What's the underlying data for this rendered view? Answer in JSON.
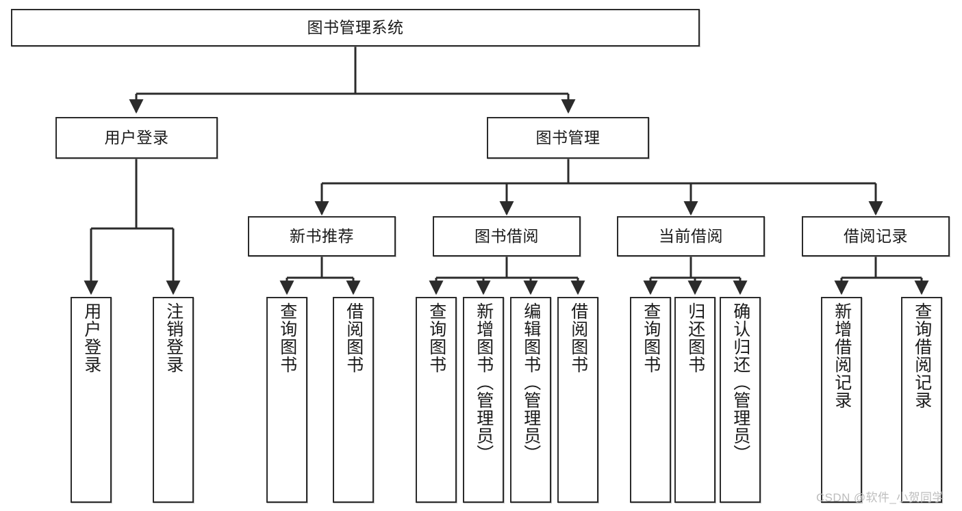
{
  "diagram": {
    "title": "图书管理系统",
    "type": "tree-hierarchy",
    "theme": {
      "stroke": "#2b2b2b",
      "fill": "#ffffff",
      "text": "#1a1a1a",
      "watermark_color": "#bdbdbd"
    },
    "root": {
      "id": "root",
      "label": "图书管理系统"
    },
    "level2": [
      {
        "id": "user-login",
        "label": "用户登录"
      },
      {
        "id": "book-manage",
        "label": "图书管理"
      }
    ],
    "level3": [
      {
        "id": "new-book-rec",
        "label": "新书推荐",
        "parent": "book-manage"
      },
      {
        "id": "book-borrow",
        "label": "图书借阅",
        "parent": "book-manage"
      },
      {
        "id": "current-borrow",
        "label": "当前借阅",
        "parent": "book-manage"
      },
      {
        "id": "borrow-record",
        "label": "借阅记录",
        "parent": "book-manage"
      }
    ],
    "leaves": [
      {
        "id": "leaf-user-login",
        "label": "用户登录",
        "parent": "user-login"
      },
      {
        "id": "leaf-logout",
        "label": "注销登录",
        "parent": "user-login"
      },
      {
        "id": "leaf-query-book-1",
        "label": "查询图书",
        "parent": "new-book-rec"
      },
      {
        "id": "leaf-borrow-book-1",
        "label": "借阅图书",
        "parent": "new-book-rec"
      },
      {
        "id": "leaf-query-book-2",
        "label": "查询图书",
        "parent": "book-borrow"
      },
      {
        "id": "leaf-add-book",
        "label": "新增图书（管理员）",
        "parent": "book-borrow"
      },
      {
        "id": "leaf-edit-book",
        "label": "编辑图书（管理员）",
        "parent": "book-borrow"
      },
      {
        "id": "leaf-borrow-book-2",
        "label": "借阅图书",
        "parent": "book-borrow"
      },
      {
        "id": "leaf-query-book-3",
        "label": "查询图书",
        "parent": "current-borrow"
      },
      {
        "id": "leaf-return-book",
        "label": "归还图书",
        "parent": "current-borrow"
      },
      {
        "id": "leaf-confirm-return",
        "label": "确认归还（管理员）",
        "parent": "current-borrow"
      },
      {
        "id": "leaf-add-record",
        "label": "新增借阅记录",
        "parent": "borrow-record"
      },
      {
        "id": "leaf-query-record",
        "label": "查询借阅记录",
        "parent": "borrow-record"
      }
    ],
    "watermark": "CSDN @软件_小贺同学"
  }
}
